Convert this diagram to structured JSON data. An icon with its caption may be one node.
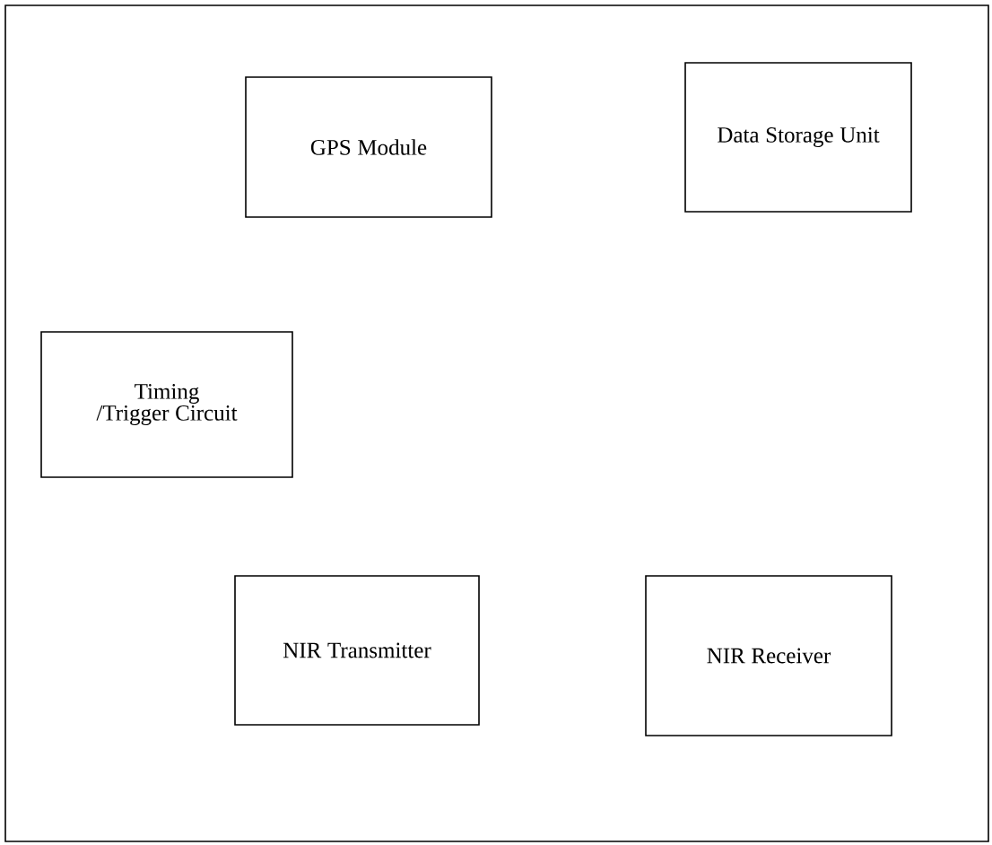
{
  "diagram": {
    "nodes": [
      {
        "text": [],
        "shape": "box"
      },
      {
        "text": [
          "GPS Module"
        ],
        "in": 0
      },
      {
        "text": [
          "Data Storage Unit"
        ],
        "in": 0
      },
      {
        "text": [
          "Timing /Trigger Circuit"
        ],
        "in": 0
      },
      {
        "text": [
          "NIR Transmitter"
        ],
        "in": 0
      },
      {
        "text": [
          "NIR Receiver"
        ],
        "in": 0
      }
    ]
  }
}
